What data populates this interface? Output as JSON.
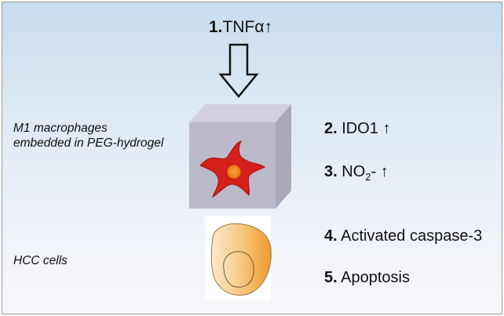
{
  "steps": [
    {
      "num": "1.",
      "text": "TNFα",
      "arrow": "↑"
    },
    {
      "num": "2.",
      "text": "IDO1",
      "arrow": "↑"
    },
    {
      "num": "3.",
      "text": "NO",
      "sub": "2",
      "suffix": "- ",
      "arrow": "↑"
    },
    {
      "num": "4.",
      "text": "Activated caspase-3"
    },
    {
      "num": "5.",
      "text": "Apoptosis"
    }
  ],
  "labels": {
    "m1_line1": "M1 macrophages",
    "m1_line2": "embedded in PEG-hydrogel",
    "hcc": "HCC cells"
  },
  "colors": {
    "background_top": "#c7ddf0",
    "cube_face": "#b9b7c6",
    "macrophage": "#d41f1a",
    "macrophage_nucleus": "#f08a1c",
    "hcc_cell": "#f2a744"
  }
}
